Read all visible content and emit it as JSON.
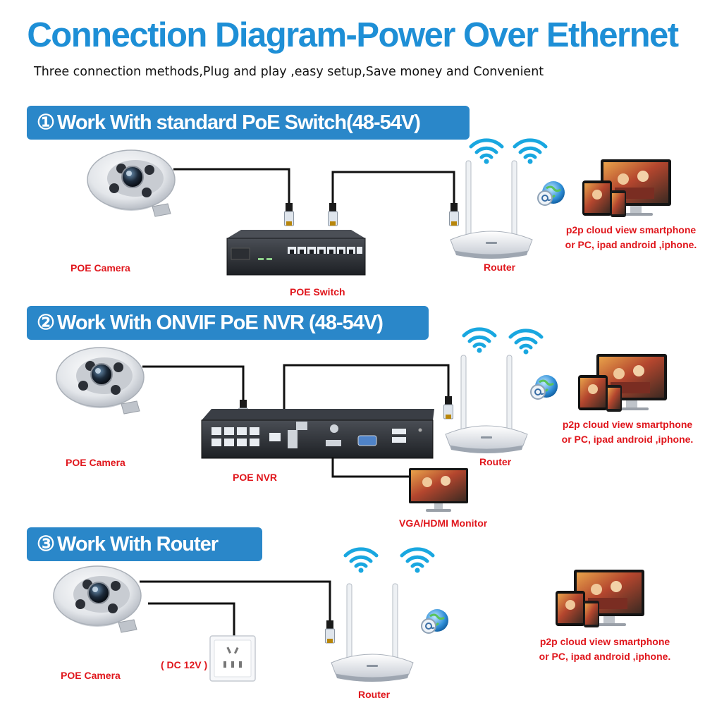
{
  "header": {
    "title": "Connection Diagram-Power Over Ethernet",
    "subtitle": "Three connection methods,Plug and play ,easy setup,Save money and Convenient"
  },
  "colors": {
    "title": "#1e8fd6",
    "banner": "#2a87c9",
    "label": "#e0161c",
    "cable": "#111111"
  },
  "sections": [
    {
      "number": "①",
      "heading": "Work With standard PoE Switch(48-54V)",
      "labels": {
        "camera": "POE Camera",
        "switch": "POE Switch",
        "router": "Router",
        "cloud_line1": "p2p cloud  view smartphone",
        "cloud_line2": "or PC, ipad android ,iphone."
      }
    },
    {
      "number": "②",
      "heading": "Work With ONVIF PoE NVR (48-54V)",
      "labels": {
        "camera": "POE Camera",
        "nvr": "POE NVR",
        "router": "Router",
        "monitor": "VGA/HDMI Monitor",
        "cloud_line1": "p2p cloud  view smartphone",
        "cloud_line2": "or PC, ipad android ,iphone."
      }
    },
    {
      "number": "③",
      "heading": "Work With Router",
      "labels": {
        "camera": "POE Camera",
        "power": "( DC 12V )",
        "router": "Router",
        "cloud_line1": "p2p cloud  view smartphone",
        "cloud_line2": "or PC, ipad android ,iphone."
      }
    }
  ]
}
